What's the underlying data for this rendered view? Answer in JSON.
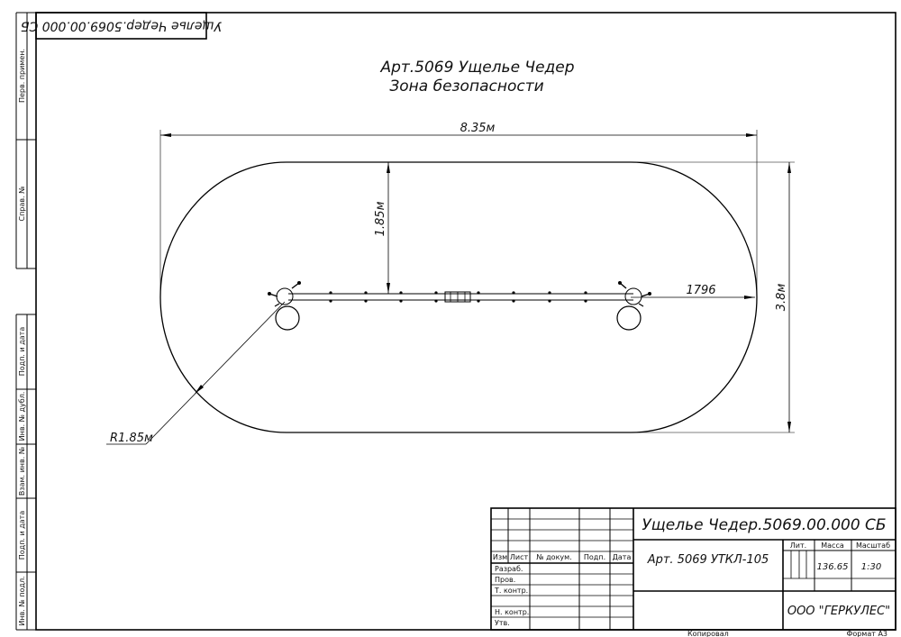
{
  "sheet": {
    "mirror_code": "Ущелье Чедер.5069.00.000 СБ",
    "title_line1": "Арт.5069 Ущелье Чедер",
    "title_line2": "Зона безопасности",
    "copied_label": "Копировал",
    "format_label": "Формат А3"
  },
  "left_strip": {
    "labels": [
      "Перв. примен.",
      "Справ. №",
      "Подп. и дата",
      "Инв. № дубл.",
      "Взам. инв. №",
      "Подп. и дата",
      "Инв. № подл."
    ]
  },
  "dimensions": {
    "length": "8.35м",
    "width": "3.8м",
    "half_width": "1.85м",
    "radius": "R1.85м",
    "offset": "1796"
  },
  "title_block": {
    "designation": "Ущелье Чедер.5069.00.000 СБ",
    "product": "Арт. 5069 УТКЛ-105",
    "organization": "ООО \"ГЕРКУЛЕС\"",
    "header_cols": [
      "Изм",
      "Лист",
      "№ докум.",
      "Подп.",
      "Дата"
    ],
    "role_rows": [
      "Разраб.",
      "Пров.",
      "Т. контр.",
      "",
      "Н. контр.",
      "Утв."
    ],
    "lit_label": "Лит.",
    "mass_label": "Масса",
    "scale_label": "Масштаб",
    "mass_value": "136.65",
    "scale_value": "1:30"
  }
}
